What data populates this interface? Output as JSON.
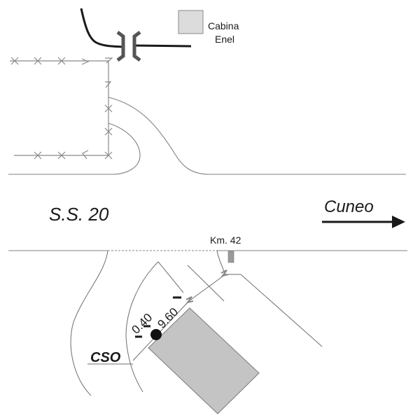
{
  "labels": {
    "cabina": [
      "Cabina",
      "Enel"
    ],
    "road_name": "S.S. 20",
    "direction": "Cuneo",
    "km_marker": "Km. 42",
    "dim_small": "0.40",
    "dim_large": "9.60",
    "cso": "CSO"
  },
  "colors": {
    "building_fill": "#c4c4c4",
    "cabina_fill": "#dcdcdc",
    "line": "#7a7a7a",
    "ink": "#1a1a1a",
    "bridge": "#555555"
  }
}
